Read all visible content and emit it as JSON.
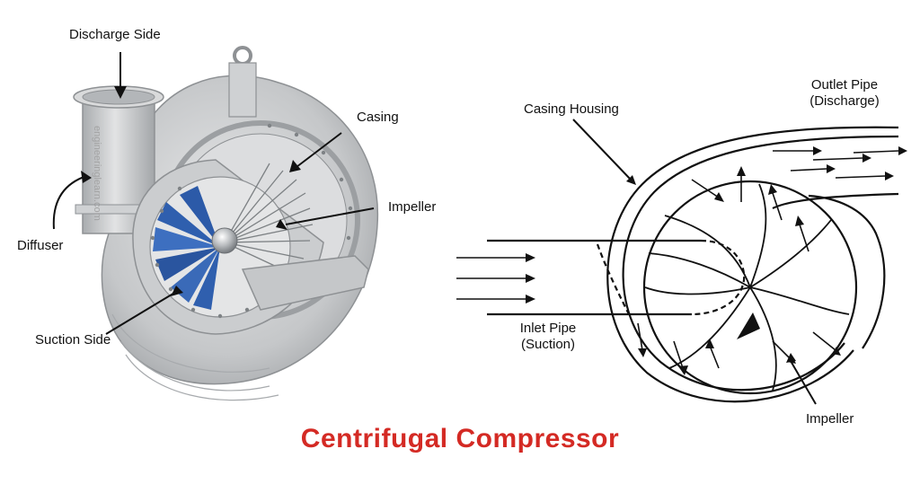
{
  "title": "Centrifugal Compressor",
  "watermark": "engineeringlearn.com",
  "colors": {
    "title": "#d42a24",
    "metal": "#c9cbcd",
    "metal_dark": "#8e9194",
    "impeller_blue": "#2f5fae",
    "line": "#111111"
  },
  "left_figure": {
    "labels": {
      "discharge_side": "Discharge Side",
      "casing": "Casing",
      "impeller": "Impeller",
      "diffuser": "Diffuser",
      "suction_side": "Suction Side"
    }
  },
  "right_figure": {
    "labels": {
      "casing_housing": "Casing Housing",
      "outlet_pipe_1": "Outlet Pipe",
      "outlet_pipe_2": "(Discharge)",
      "inlet_pipe_1": "Inlet Pipe",
      "inlet_pipe_2": "(Suction)",
      "impeller": "Impeller"
    }
  }
}
